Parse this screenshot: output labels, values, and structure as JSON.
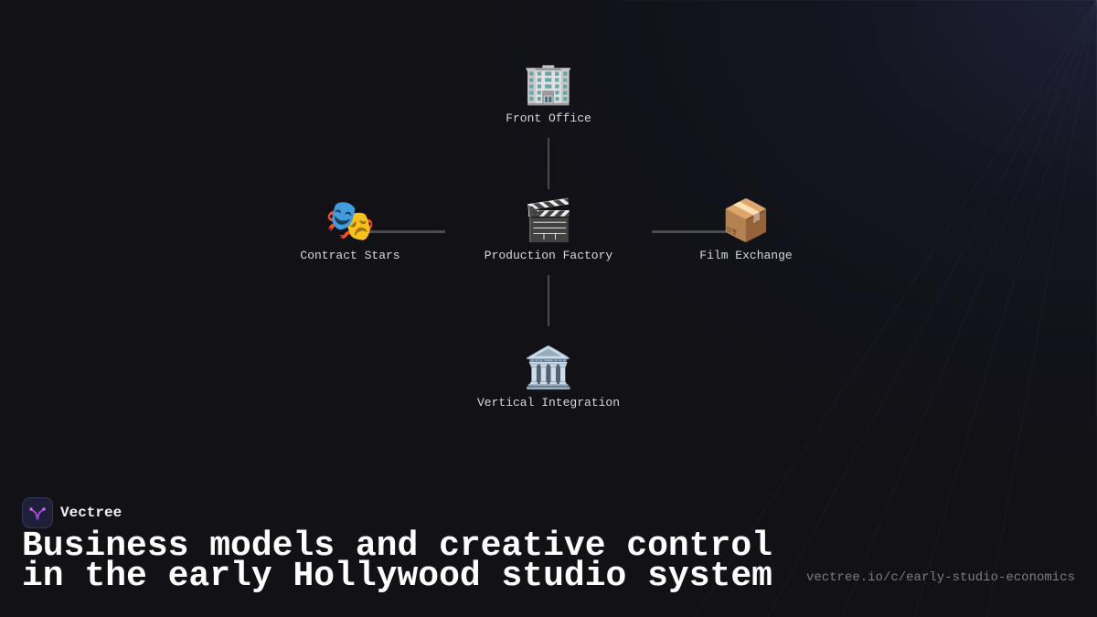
{
  "diagram": {
    "nodes": {
      "front_office": {
        "icon": "office-building-icon",
        "glyph": "🏢",
        "label": "Front Office"
      },
      "contract_stars": {
        "icon": "performing-arts-masks-icon",
        "glyph": "🎭",
        "label": "Contract Stars"
      },
      "production_factory": {
        "icon": "clapper-board-icon",
        "glyph": "🎬",
        "label": "Production Factory"
      },
      "film_exchange": {
        "icon": "package-box-icon",
        "glyph": "📦",
        "label": "Film Exchange"
      },
      "vertical_integration": {
        "icon": "classical-building-icon",
        "glyph": "🏛️",
        "label": "Vertical Integration"
      }
    },
    "edges": [
      [
        "front_office",
        "production_factory"
      ],
      [
        "contract_stars",
        "production_factory"
      ],
      [
        "production_factory",
        "film_exchange"
      ],
      [
        "production_factory",
        "vertical_integration"
      ]
    ]
  },
  "brand": {
    "name": "Vectree",
    "logo_icon": "vectree-logo-icon"
  },
  "title": "Business models and creative control in the early Hollywood studio system",
  "url": "vectree.io/c/early-studio-economics",
  "colors": {
    "background": "#111116",
    "connector": "#4a4a4f",
    "label": "#d8d8dc",
    "title": "#ffffff",
    "url": "#7c7c84",
    "logo_accent": "#b04ae0"
  }
}
